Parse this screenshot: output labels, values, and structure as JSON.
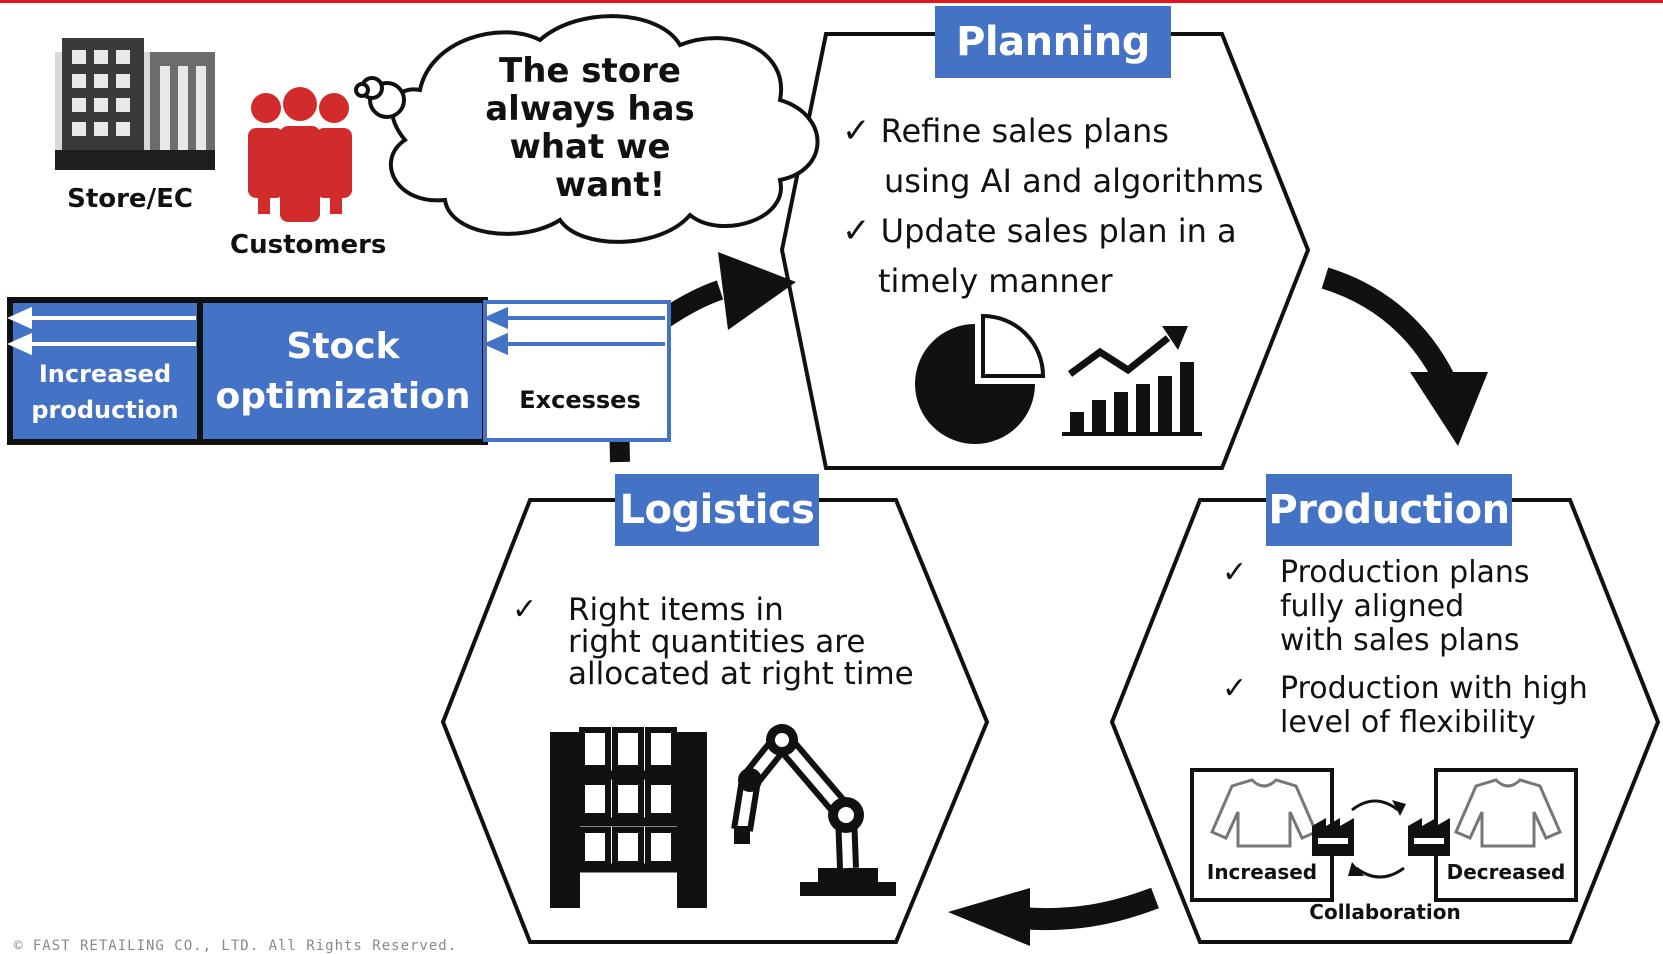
{
  "top_bar_color": "#e0161b",
  "accent_color": "#4472c4",
  "store": {
    "label": "Store/EC",
    "icon": "store-building-icon"
  },
  "customers": {
    "label": "Customers",
    "icon": "customers-group-icon",
    "color": "#d12b2b"
  },
  "bubble": {
    "lines": [
      "The store",
      "always has",
      "what we",
      "want!"
    ]
  },
  "stock": {
    "increased_label_1": "Increased",
    "increased_label_2": "production",
    "title_1": "Stock",
    "title_2": "optimization",
    "excesses_label": "Excesses"
  },
  "planning": {
    "title": "Planning",
    "items": [
      {
        "check": "✓",
        "line1": "Refine sales plans",
        "line2": "using AI and algorithms"
      },
      {
        "check": "✓",
        "line1": "Update sales plan in a",
        "line2": "timely manner"
      }
    ],
    "icons": [
      "pie-chart-icon",
      "rising-bar-chart-icon"
    ]
  },
  "production": {
    "title": "Production",
    "items": [
      {
        "check": "✓",
        "lines": [
          "Production plans",
          "fully aligned",
          "with sales plans"
        ]
      },
      {
        "check": "✓",
        "lines": [
          "Production with high",
          "level of flexibility"
        ]
      }
    ],
    "increased_label": "Increased",
    "decreased_label": "Decreased",
    "collaboration_label": "Collaboration"
  },
  "logistics": {
    "title": "Logistics",
    "item": {
      "check": "✓",
      "lines": [
        "Right items in",
        "right quantities are",
        "allocated at right time"
      ]
    },
    "icons": [
      "warehouse-shelf-icon",
      "robot-arm-icon"
    ]
  },
  "footer": "© FAST RETAILING CO., LTD. All Rights Reserved."
}
